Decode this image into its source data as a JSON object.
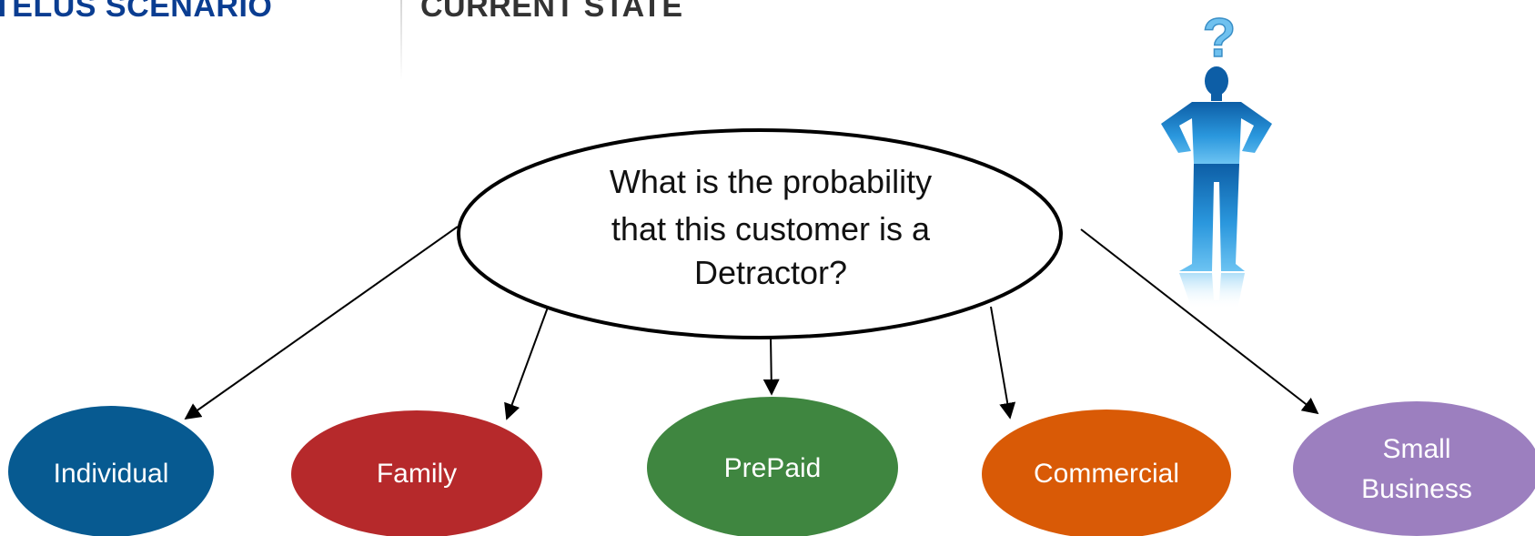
{
  "header": {
    "title": "TELUS SCENARIO",
    "subtitle": "CURRENT STATE"
  },
  "question": {
    "lines": [
      "What is the probability",
      "that this customer is a",
      "Detractor?"
    ]
  },
  "figure": {
    "question_mark": "?",
    "icon": "thinking-person-icon"
  },
  "segments": [
    {
      "label_lines": [
        "Individual"
      ],
      "color": "#075a91",
      "icon": "ellipse"
    },
    {
      "label_lines": [
        "Family"
      ],
      "color": "#b6292b",
      "icon": "ellipse"
    },
    {
      "label_lines": [
        "PrePaid"
      ],
      "color": "#3f8640",
      "icon": "ellipse"
    },
    {
      "label_lines": [
        "Commercial"
      ],
      "color": "#d95a06",
      "icon": "ellipse"
    },
    {
      "label_lines": [
        "Small",
        "Business"
      ],
      "color": "#9c7fbf",
      "icon": "ellipse"
    }
  ],
  "colors": {
    "title": "#0a3d91",
    "subtitle": "#333333",
    "figure_blue": "#1d86cf"
  }
}
